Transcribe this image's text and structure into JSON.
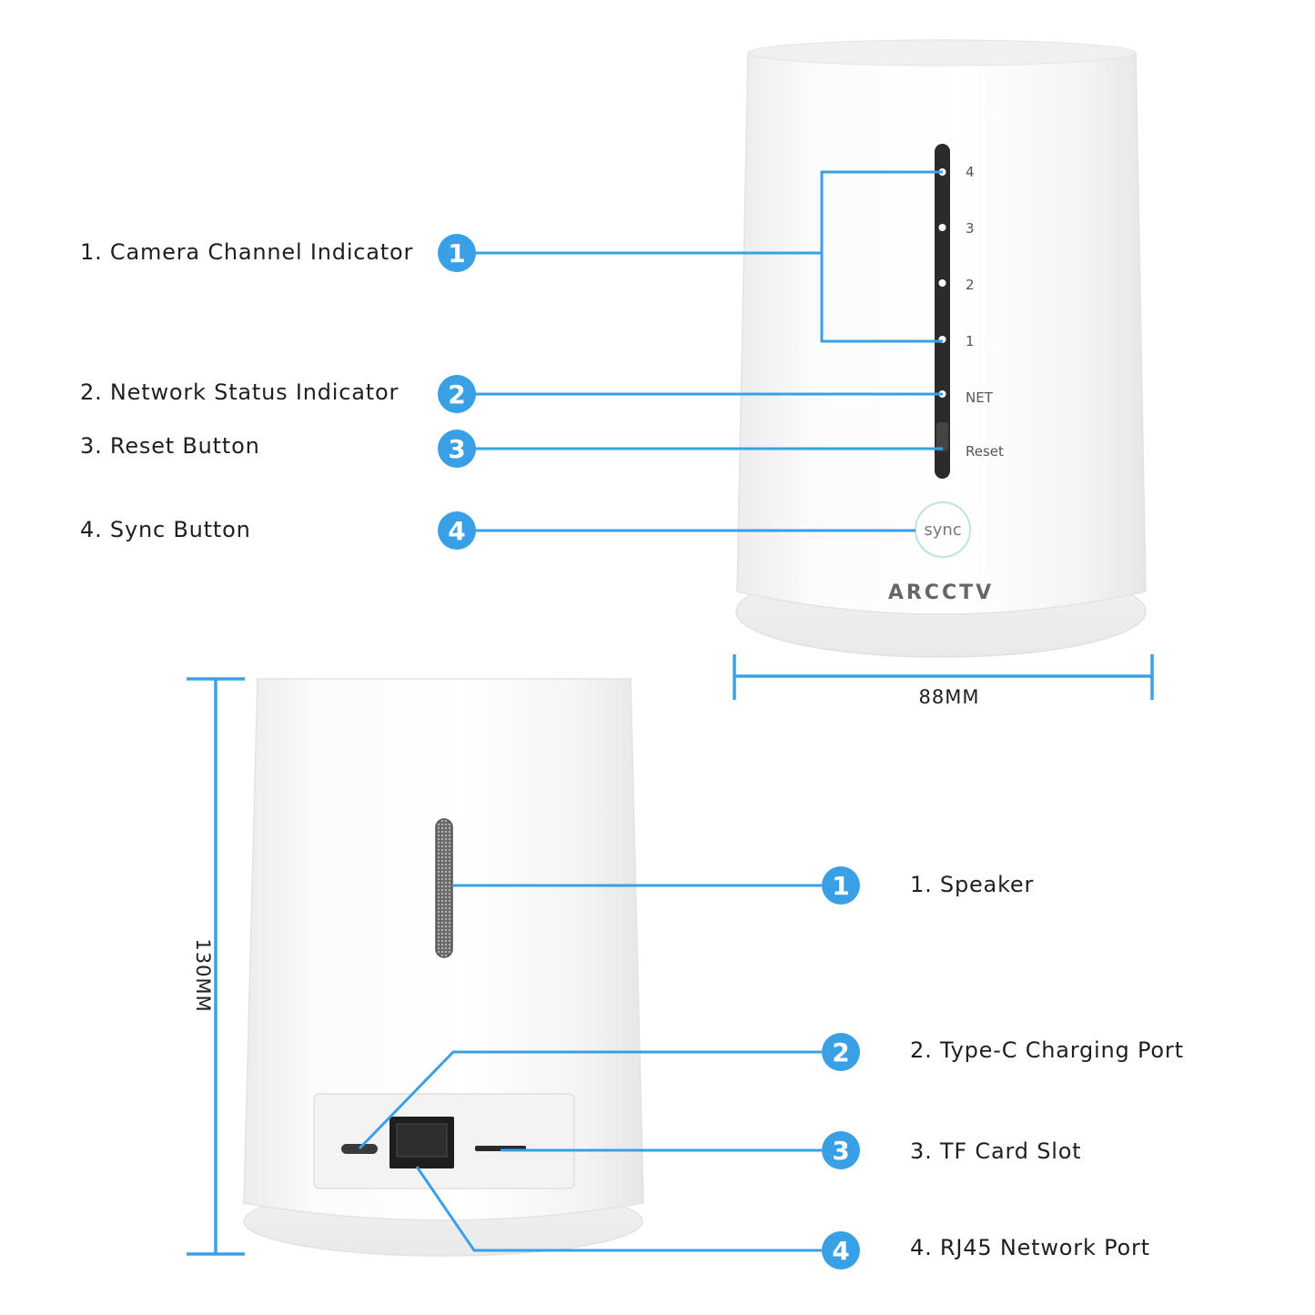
{
  "front_view": {
    "led_labels": [
      "4",
      "3",
      "2",
      "1",
      "NET"
    ],
    "reset_label": "Reset",
    "sync_label": "sync",
    "brand": "ARCCTV",
    "callouts": [
      {
        "num": "1",
        "label": "1. Camera Channel Indicator"
      },
      {
        "num": "2",
        "label": "2. Network Status Indicator"
      },
      {
        "num": "3",
        "label": "3. Reset Button"
      },
      {
        "num": "4",
        "label": "4. Sync Button"
      }
    ]
  },
  "back_view": {
    "callouts": [
      {
        "num": "1",
        "label": "1. Speaker"
      },
      {
        "num": "2",
        "label": "2. Type-C Charging Port"
      },
      {
        "num": "3",
        "label": "3. TF Card Slot"
      },
      {
        "num": "4",
        "label": "4. RJ45 Network Port"
      }
    ]
  },
  "dimensions": {
    "width": "88MM",
    "height": "130MM"
  },
  "colors": {
    "accent": "#3aa0e6",
    "device_body": "#f7f7f7",
    "indicator_strip": "#2b2b2b"
  }
}
